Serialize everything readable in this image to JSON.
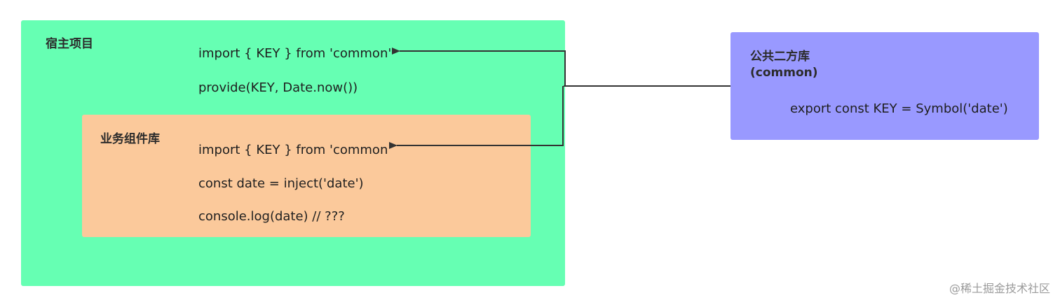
{
  "host": {
    "title": "宿主项目",
    "lines": [
      "import { KEY } from 'common'",
      "provide(KEY, Date.now())"
    ]
  },
  "lib": {
    "title": "业务组件库",
    "lines": [
      "import { KEY } from 'common'",
      "const date = inject('date')",
      "console.log(date) // ???"
    ]
  },
  "common": {
    "title_line1": "公共二方库",
    "title_line2": "(common)",
    "code": "export const KEY = Symbol('date')"
  },
  "watermark": "@稀土掘金技术社区",
  "colors": {
    "host_bg": "#66ffb3",
    "lib_bg": "#fbc99b",
    "common_bg": "#9999ff",
    "connector": "#333333"
  }
}
